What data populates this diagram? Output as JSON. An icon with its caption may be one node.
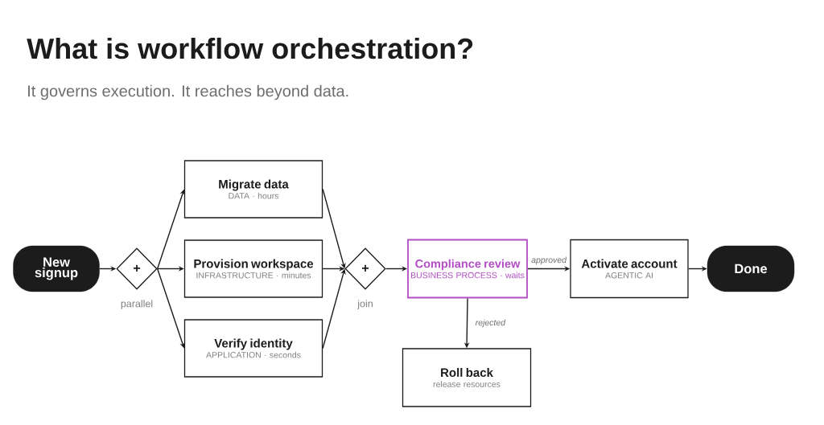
{
  "diagram": {
    "title": "What is workflow orchestration?",
    "nodes": [
      {
        "text": [
          "New signup"
        ]
      },
      {
        "text": [
          "+"
        ],
        "beside": [
          "parallel"
        ]
      },
      {
        "text": [
          "Migrate data",
          "DATA · hours"
        ]
      },
      {
        "text": [
          "Provision workspace",
          "INFRASTRUCTURE · minutes"
        ]
      },
      {
        "text": [
          "Verify identity",
          "APPLICATION · seconds"
        ]
      },
      {
        "text": [
          "+"
        ],
        "beside": [
          "join"
        ]
      },
      {
        "text": [
          "Compliance review",
          "BUSINESS PROCESS · waits"
        ]
      },
      {
        "text": [
          "Activate account",
          "AGENTIC AI"
        ]
      },
      {
        "text": [
          "Done"
        ]
      },
      {
        "text": [
          "Roll back",
          "release resources"
        ]
      }
    ],
    "edges": [
      {
        "from": 0,
        "to": 1,
        "arrow": "to"
      },
      {
        "from": 1,
        "to": 2,
        "arrow": "to"
      },
      {
        "from": 1,
        "to": 3,
        "arrow": "to"
      },
      {
        "from": 1,
        "to": 4,
        "arrow": "to"
      },
      {
        "from": 2,
        "to": 5,
        "arrow": "to"
      },
      {
        "from": 3,
        "to": 5,
        "arrow": "to"
      },
      {
        "from": 4,
        "to": 5,
        "arrow": "to"
      },
      {
        "from": 5,
        "to": 6,
        "arrow": "to"
      },
      {
        "from": 6,
        "to": 7,
        "arrow": "to",
        "label": "approved"
      },
      {
        "from": 7,
        "to": 8,
        "arrow": "to"
      },
      {
        "from": 6,
        "to": 9,
        "arrow": "to",
        "label": "rejected"
      }
    ],
    "labels": [
      "It governs execution. It reaches beyond data."
    ]
  }
}
